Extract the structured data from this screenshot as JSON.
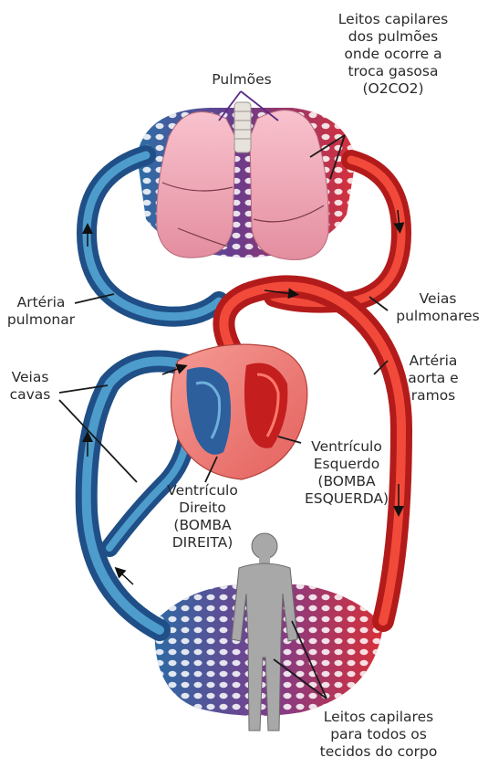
{
  "labels": {
    "lung_capillaries": [
      "Leitos capilares",
      "dos pulmões",
      "onde ocorre a",
      "troca gasosa",
      "(O2CO2)"
    ],
    "lungs": "Pulmões",
    "pulmonary_artery": [
      "Artéria",
      "pulmonar"
    ],
    "pulmonary_veins": [
      "Veias",
      "pulmonares"
    ],
    "vena_cavae": [
      "Veias",
      "cavas"
    ],
    "aorta": [
      "Artéria",
      "aorta e",
      "ramos"
    ],
    "left_ventricle": [
      "Ventrículo",
      "Esquerdo",
      "(BOMBA",
      "ESQUERDA)"
    ],
    "right_ventricle": [
      "Ventrículo",
      "Direito",
      "(BOMBA",
      "DIREITA)"
    ],
    "body_capillaries": [
      "Leitos capilares",
      "para todos os",
      "tecidos do corpo"
    ]
  },
  "colors": {
    "venous_blue": "#2f6fa3",
    "arterial_red": "#e0322b",
    "lung_pink": "#f2a8b8",
    "body_gray": "#a8a8a8",
    "leader_line": "#1a1a1a",
    "lung_leader": "#5b2a86"
  }
}
